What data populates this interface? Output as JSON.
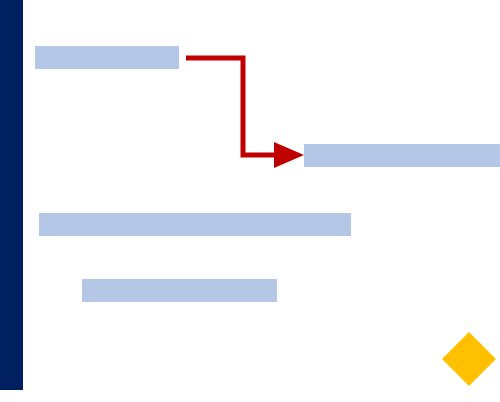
{
  "diagram": {
    "nodes": [
      {
        "id": "box-1",
        "label": ""
      },
      {
        "id": "box-2",
        "label": ""
      },
      {
        "id": "box-3",
        "label": ""
      },
      {
        "id": "box-4",
        "label": ""
      }
    ],
    "edges": [
      {
        "from": "box-1",
        "to": "box-2",
        "style": "elbow-arrow"
      }
    ],
    "colors": {
      "sidebar": "#002060",
      "box_fill": "#b4c7e7",
      "arrow": "#c00000",
      "diamond": "#ffc000"
    },
    "icons": {
      "connector": "arrow-right-icon",
      "marker": "diamond-icon"
    }
  }
}
